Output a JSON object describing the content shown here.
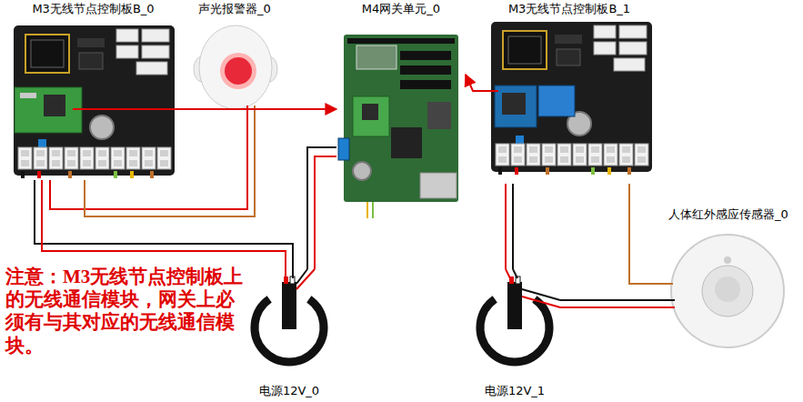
{
  "diagram": {
    "nodes": [
      {
        "text": [
          "M3无线节点控制板B_0"
        ]
      },
      {
        "text": [
          "声光报警器_0"
        ]
      },
      {
        "text": [
          "M4网关单元_0"
        ]
      },
      {
        "text": [
          "M3无线节点控制板B_1"
        ]
      },
      {
        "text": [
          "人体红外感应传感器_0"
        ]
      },
      {
        "text": [
          "电源12V_0"
        ]
      },
      {
        "text": [
          "电源12V_1"
        ]
      }
    ],
    "edges": [
      {
        "from": 0,
        "to": 2,
        "arrow": "to"
      },
      {
        "from": 3,
        "to": 2,
        "arrow": "to"
      },
      {
        "from": 1,
        "to": 0,
        "arrow": "none"
      },
      {
        "from": 5,
        "to": 0,
        "arrow": "none"
      },
      {
        "from": 5,
        "to": 2,
        "arrow": "none"
      },
      {
        "from": 6,
        "to": 3,
        "arrow": "none"
      },
      {
        "from": 4,
        "to": 3,
        "arrow": "none"
      },
      {
        "from": 6,
        "to": 4,
        "arrow": "none"
      }
    ],
    "labels": [
      "注意：M3无线节点控制板上的无线通信模块，网关上必须有与其对应的无线通信模块。"
    ]
  }
}
